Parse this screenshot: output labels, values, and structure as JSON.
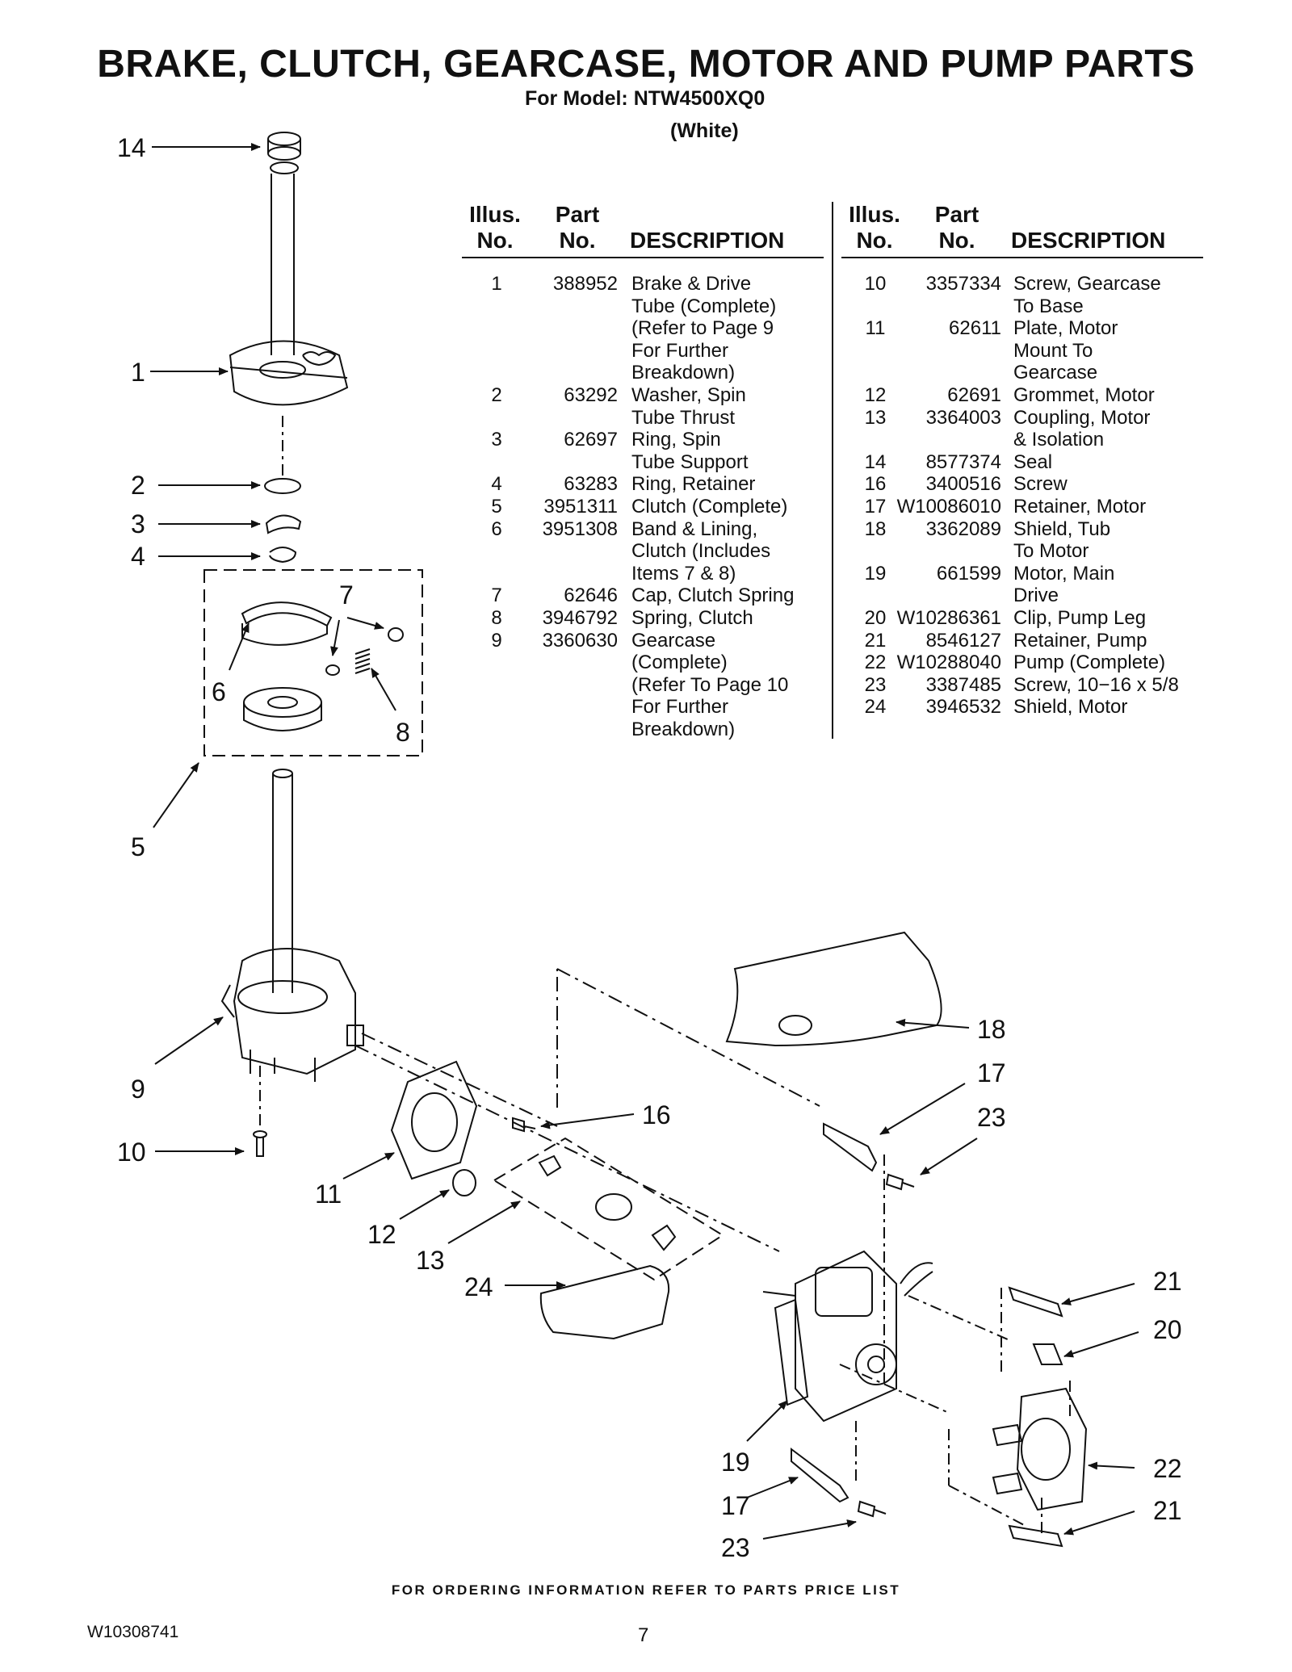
{
  "header": {
    "title": "BRAKE, CLUTCH, GEARCASE, MOTOR AND PUMP PARTS",
    "model_line": "For Model: NTW4500XQ0",
    "color_line": "(White)"
  },
  "table": {
    "col_illus": [
      "Illus.",
      "No."
    ],
    "col_part": [
      "Part",
      "No."
    ],
    "col_desc": "DESCRIPTION",
    "left": [
      {
        "illus": "1",
        "part": "388952",
        "desc": [
          "Brake & Drive",
          "Tube (Complete)",
          "(Refer to Page 9",
          "For Further",
          "Breakdown)"
        ]
      },
      {
        "illus": "2",
        "part": "63292",
        "desc": [
          "Washer, Spin",
          "Tube Thrust"
        ]
      },
      {
        "illus": "3",
        "part": "62697",
        "desc": [
          "Ring, Spin",
          "Tube Support"
        ]
      },
      {
        "illus": "4",
        "part": "63283",
        "desc": [
          "Ring, Retainer"
        ]
      },
      {
        "illus": "5",
        "part": "3951311",
        "desc": [
          "Clutch (Complete)"
        ]
      },
      {
        "illus": "6",
        "part": "3951308",
        "desc": [
          "Band & Lining,",
          "Clutch (Includes",
          "Items 7 & 8)"
        ]
      },
      {
        "illus": "7",
        "part": "62646",
        "desc": [
          "Cap, Clutch Spring"
        ]
      },
      {
        "illus": "8",
        "part": "3946792",
        "desc": [
          "Spring, Clutch"
        ]
      },
      {
        "illus": "9",
        "part": "3360630",
        "desc": [
          "Gearcase",
          "(Complete)",
          "(Refer To Page 10",
          "For Further",
          "Breakdown)"
        ]
      }
    ],
    "right": [
      {
        "illus": "10",
        "part": "3357334",
        "desc": [
          "Screw, Gearcase",
          "To Base"
        ]
      },
      {
        "illus": "11",
        "part": "62611",
        "desc": [
          "Plate, Motor",
          "Mount To",
          "Gearcase"
        ]
      },
      {
        "illus": "12",
        "part": "62691",
        "desc": [
          "Grommet, Motor"
        ]
      },
      {
        "illus": "13",
        "part": "3364003",
        "desc": [
          "Coupling, Motor",
          "& Isolation"
        ]
      },
      {
        "illus": "14",
        "part": "8577374",
        "desc": [
          "Seal"
        ]
      },
      {
        "illus": "16",
        "part": "3400516",
        "desc": [
          "Screw"
        ]
      },
      {
        "illus": "17",
        "part": "W10086010",
        "desc": [
          "Retainer, Motor"
        ]
      },
      {
        "illus": "18",
        "part": "3362089",
        "desc": [
          "Shield, Tub",
          "To Motor"
        ]
      },
      {
        "illus": "19",
        "part": "661599",
        "desc": [
          "Motor, Main",
          "Drive"
        ]
      },
      {
        "illus": "20",
        "part": "W10286361",
        "desc": [
          "Clip, Pump Leg"
        ]
      },
      {
        "illus": "21",
        "part": "8546127",
        "desc": [
          "Retainer, Pump"
        ]
      },
      {
        "illus": "22",
        "part": "W10288040",
        "desc": [
          "Pump (Complete)"
        ]
      },
      {
        "illus": "23",
        "part": "3387485",
        "desc": [
          "Screw, 10−16 x 5/8"
        ]
      },
      {
        "illus": "24",
        "part": "3946532",
        "desc": [
          "Shield, Motor"
        ]
      }
    ]
  },
  "callouts": {
    "c14": "14",
    "c1": "1",
    "c2": "2",
    "c3": "3",
    "c4": "4",
    "c7": "7",
    "c6": "6",
    "c8": "8",
    "c5": "5",
    "c9": "9",
    "c10": "10",
    "c11": "11",
    "c12": "12",
    "c13": "13",
    "c24": "24",
    "c16": "16",
    "c18": "18",
    "c17a": "17",
    "c23a": "23",
    "c21a": "21",
    "c20": "20",
    "c19": "19",
    "c22": "22",
    "c17b": "17",
    "c21b": "21",
    "c23b": "23"
  },
  "footer": {
    "ordering": "FOR ORDERING INFORMATION REFER TO PARTS PRICE LIST",
    "doc_number": "W10308741",
    "page_number": "7"
  }
}
